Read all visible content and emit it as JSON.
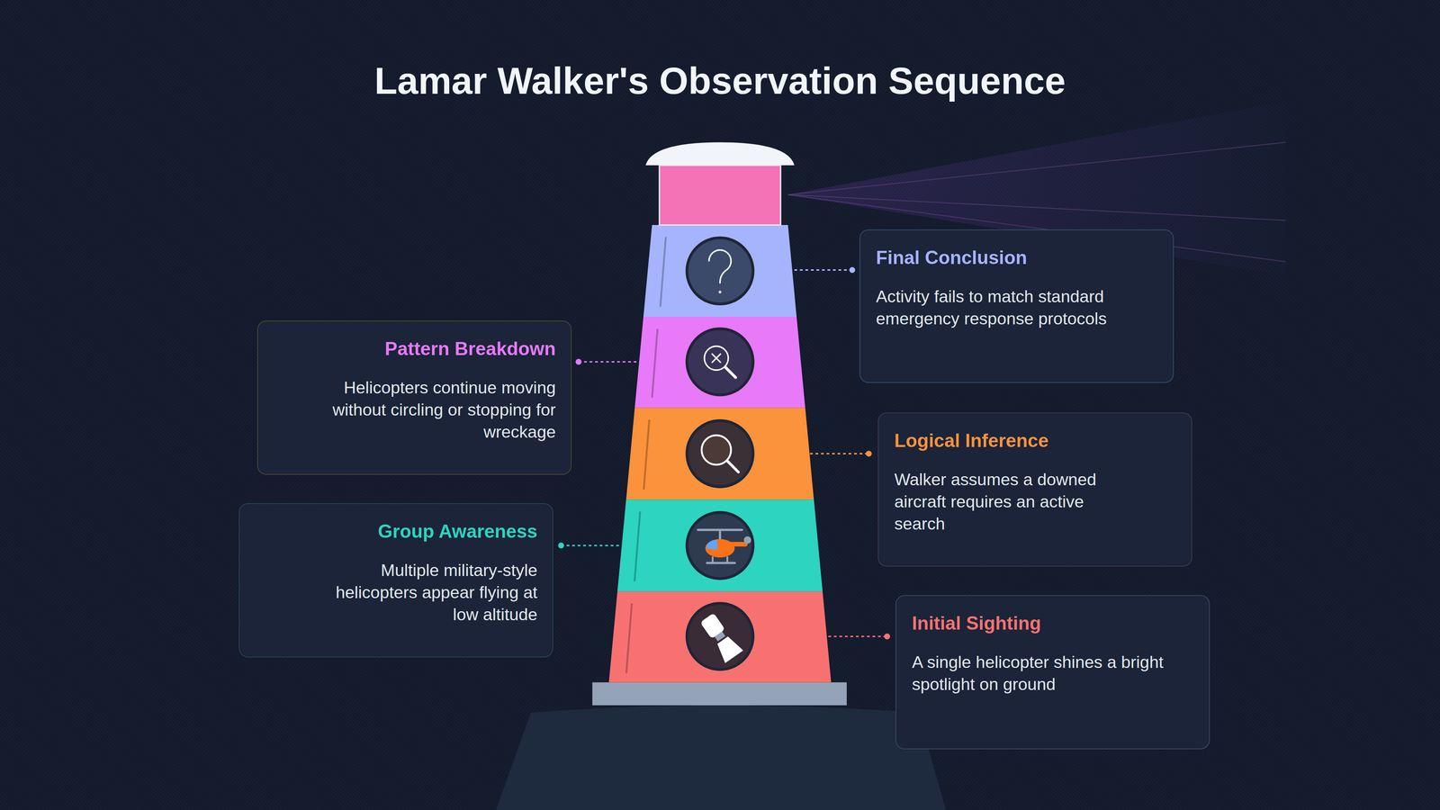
{
  "diagram": {
    "title": "Lamar Walker's Observation Sequence",
    "nodes": [
      {
        "text": [
          "Final Conclusion",
          "Activity fails to match standard emergency response protocols"
        ]
      },
      {
        "text": [
          "Pattern Breakdown",
          "Helicopters continue moving without circling or stopping for wreckage"
        ]
      },
      {
        "text": [
          "Logical Inference",
          "Walker assumes a downed aircraft requires an active search"
        ]
      },
      {
        "text": [
          "Group Awareness",
          "Multiple military-style helicopters appear flying at low altitude"
        ]
      },
      {
        "text": [
          "Initial Sighting",
          "A single helicopter shines a bright spotlight on ground"
        ]
      }
    ]
  }
}
